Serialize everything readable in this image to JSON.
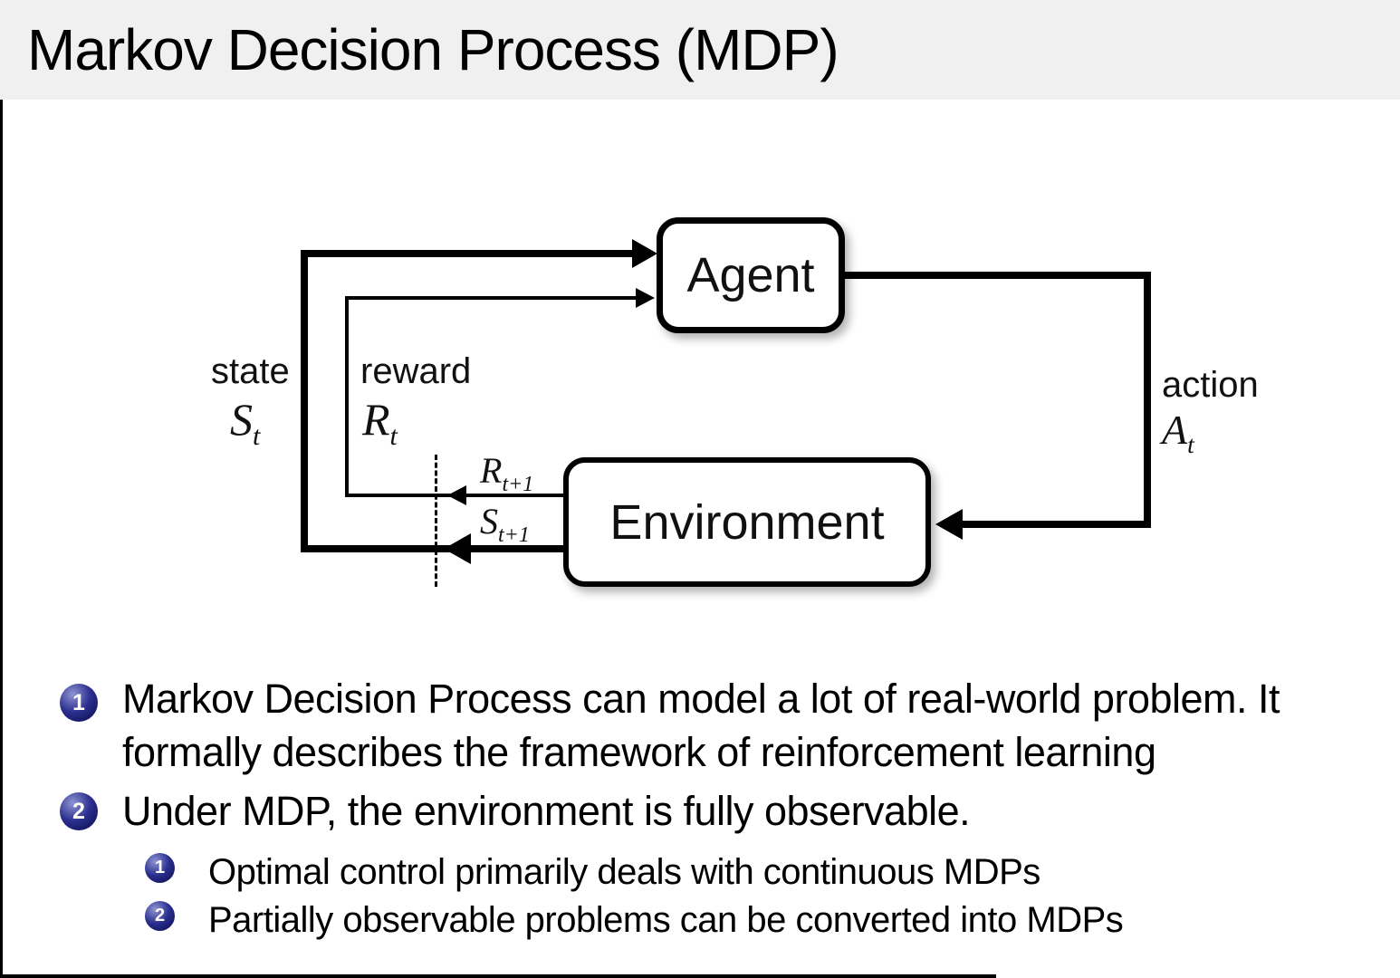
{
  "slide": {
    "title": "Markov Decision Process (MDP)"
  },
  "diagram": {
    "agent_label": "Agent",
    "environment_label": "Environment",
    "state_label": "state",
    "reward_label": "reward",
    "action_label": "action",
    "math": {
      "state_t": {
        "base": "S",
        "sub": "t"
      },
      "reward_t": {
        "base": "R",
        "sub": "t"
      },
      "action_t": {
        "base": "A",
        "sub": "t"
      },
      "reward_t_plus_1": {
        "base": "R",
        "sub": "t+1"
      },
      "state_t_plus_1": {
        "base": "S",
        "sub": "t+1"
      }
    }
  },
  "bullets": {
    "items": [
      {
        "number": "1",
        "text": "Markov Decision Process can model a lot of real-world problem. It formally describes the framework of reinforcement learning"
      },
      {
        "number": "2",
        "text": "Under MDP, the environment is fully observable."
      }
    ],
    "sub_items": [
      {
        "number": "1",
        "text": "Optimal control primarily deals with continuous MDPs"
      },
      {
        "number": "2",
        "text": "Partially observable problems can be converted into MDPs"
      }
    ]
  },
  "colors": {
    "header_bg": "#f0f0f1",
    "ink": "#000000",
    "ball_light": "#8f95d3",
    "ball_mid": "#2b2f8f",
    "ball_dark": "#0d0f52",
    "ball_text": "#ffffff"
  }
}
